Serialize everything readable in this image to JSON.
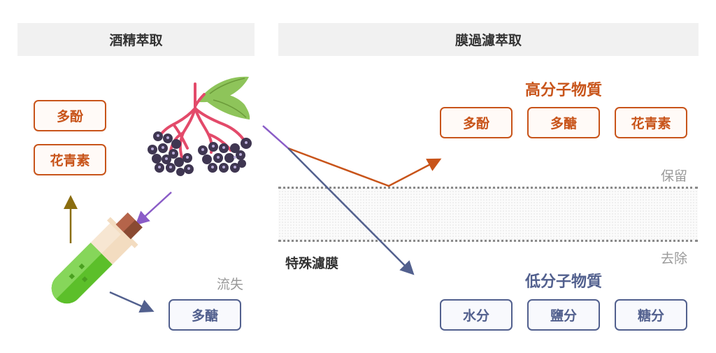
{
  "left_panel": {
    "title": "酒精萃取",
    "retained_items": [
      "多酚",
      "花青素"
    ],
    "lost_label": "流失",
    "lost_items": [
      "多醣"
    ]
  },
  "right_panel": {
    "title": "膜過濾萃取",
    "high_molecular": {
      "title": "高分子物質",
      "items": [
        "多酚",
        "多醣",
        "花青素"
      ]
    },
    "low_molecular": {
      "title": "低分子物質",
      "items": [
        "水分",
        "鹽分",
        "糖分"
      ]
    },
    "retain_label": "保留",
    "remove_label": "去除",
    "membrane_label": "特殊濾膜"
  },
  "icons": {
    "elderberry": "elderberry-cluster-icon",
    "test_tube": "test-tube-icon"
  },
  "colors": {
    "orange": "#c8541a",
    "blue": "#52608e",
    "purple": "#8a5cc7",
    "olive": "#8a6d10",
    "header_bg": "#f1f1f1"
  }
}
